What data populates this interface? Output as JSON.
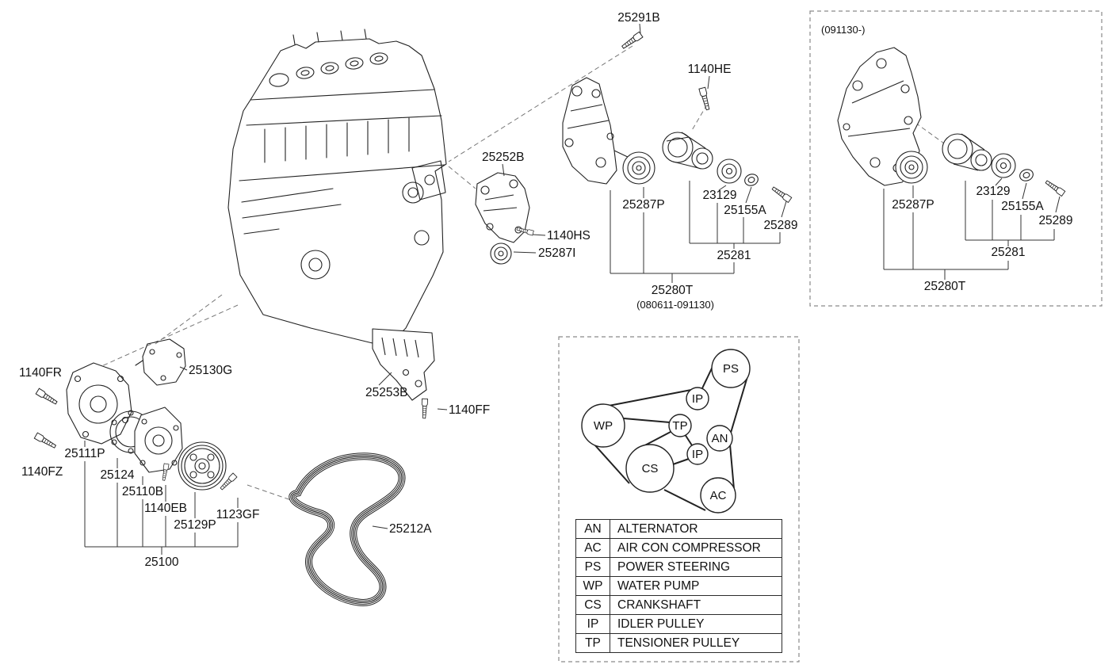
{
  "parts": {
    "25291B": "25291B",
    "1140HE": "1140HE",
    "25252B": "25252B",
    "1140HS": "1140HS",
    "25287I": "25287I",
    "25287P": "25287P",
    "23129": "23129",
    "25155A": "25155A",
    "25289": "25289",
    "25281": "25281",
    "25280T": "25280T",
    "1140FR": "1140FR",
    "1140FZ": "1140FZ",
    "25111P": "25111P",
    "25124": "25124",
    "25110B": "25110B",
    "1140EB": "1140EB",
    "25129P": "25129P",
    "1123GF": "1123GF",
    "25100": "25100",
    "25130G": "25130G",
    "25253B": "25253B",
    "1140FF": "1140FF",
    "25212A": "25212A"
  },
  "notes": {
    "date_range": "(080611-091130)",
    "variant": "(091130-)"
  },
  "belt_diagram": {
    "pulleys": [
      {
        "code": "PS"
      },
      {
        "code": "IP"
      },
      {
        "code": "WP"
      },
      {
        "code": "TP"
      },
      {
        "code": "AN"
      },
      {
        "code": "IP"
      },
      {
        "code": "CS"
      },
      {
        "code": "AC"
      }
    ]
  },
  "legend": {
    "rows": [
      {
        "code": "AN",
        "desc": "ALTERNATOR"
      },
      {
        "code": "AC",
        "desc": "AIR CON COMPRESSOR"
      },
      {
        "code": "PS",
        "desc": "POWER STEERING"
      },
      {
        "code": "WP",
        "desc": "WATER PUMP"
      },
      {
        "code": "CS",
        "desc": "CRANKSHAFT"
      },
      {
        "code": "IP",
        "desc": "IDLER PULLEY"
      },
      {
        "code": "TP",
        "desc": "TENSIONER PULLEY"
      }
    ]
  }
}
